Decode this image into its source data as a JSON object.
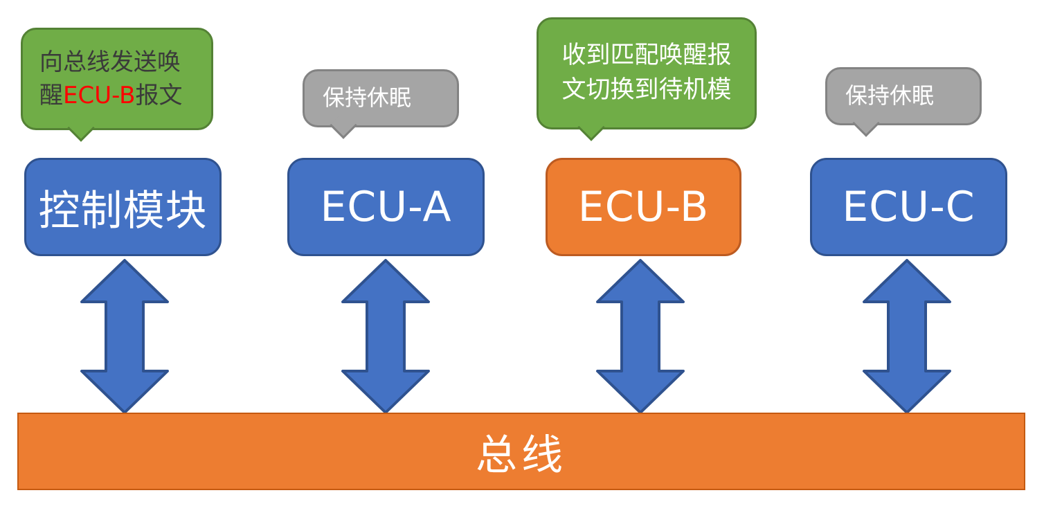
{
  "diagram_title": "ECU wake-up over bus diagram",
  "callouts": [
    {
      "variant": "green",
      "parts": {
        "before": "向总线发送唤醒",
        "highlight": "ECU-B",
        "after": "报文"
      },
      "highlight_color": "#FF0000"
    },
    {
      "variant": "gray",
      "text": "保持休眠"
    },
    {
      "variant": "green",
      "text": "收到匹配唤醒报文切换到待机模"
    },
    {
      "variant": "gray",
      "text": "保持休眠"
    }
  ],
  "nodes": [
    {
      "label": "控制模块",
      "variant": "blue"
    },
    {
      "label": "ECU-A",
      "variant": "blue"
    },
    {
      "label": "ECU-B",
      "variant": "orange"
    },
    {
      "label": "ECU-C",
      "variant": "blue"
    }
  ],
  "bus": {
    "label": "总线"
  },
  "colors": {
    "blue_fill": "#4472C4",
    "blue_border": "#2F528F",
    "orange_fill": "#ED7D31",
    "orange_border": "#BC5B21",
    "green_fill": "#70AD47",
    "green_border": "#548235",
    "gray_fill": "#A5A5A5",
    "gray_border": "#838383",
    "arrow_fill": "#4472C4",
    "arrow_border": "#2F528F",
    "highlight_red": "#FF0000"
  }
}
